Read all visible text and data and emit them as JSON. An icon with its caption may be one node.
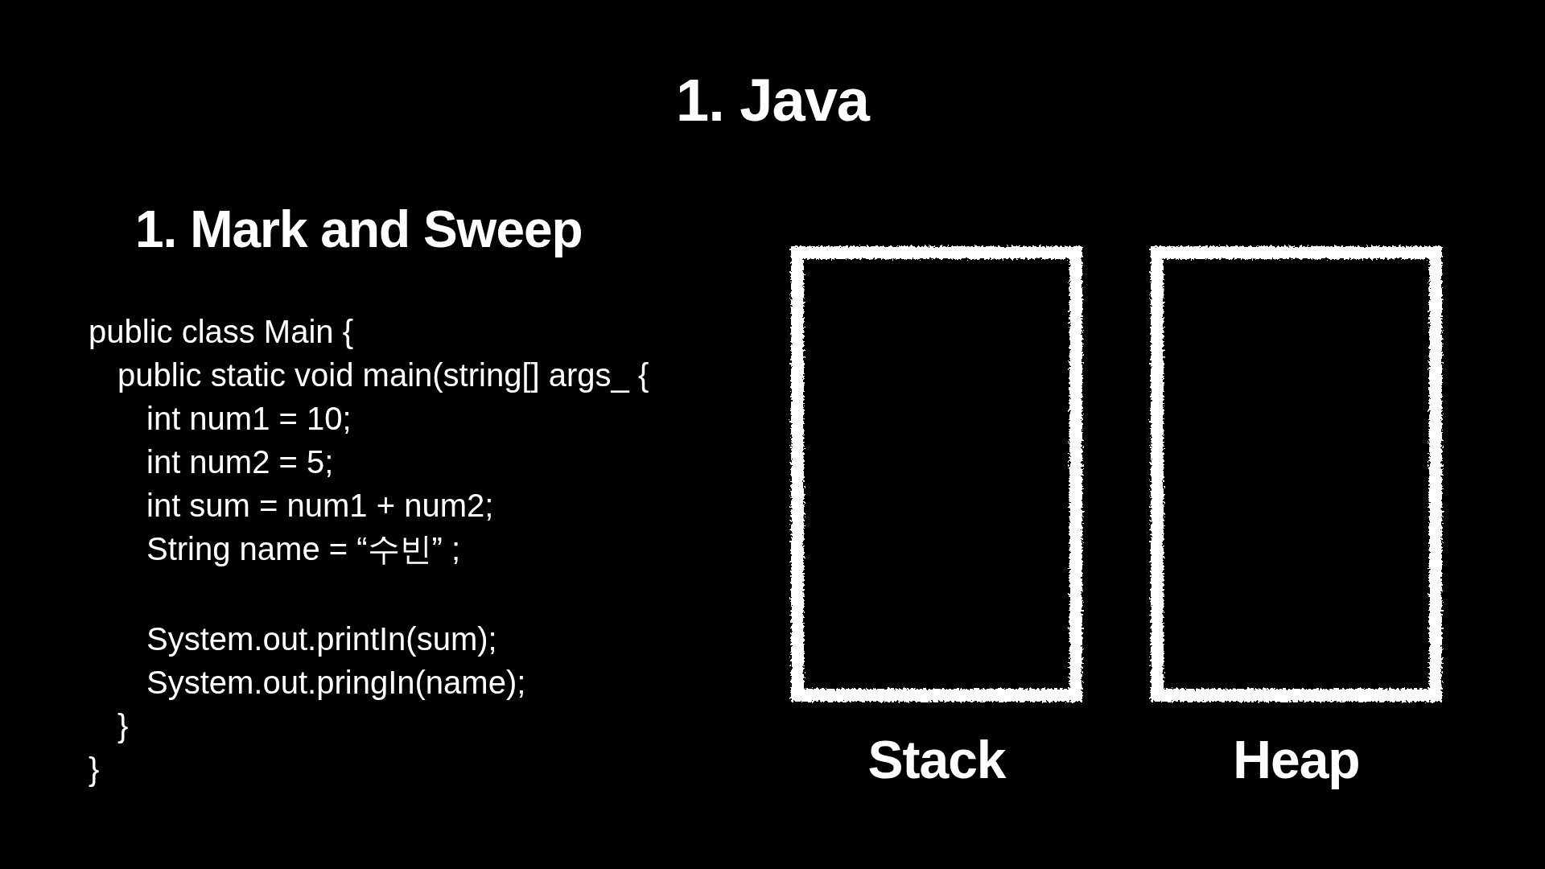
{
  "diagram": {
    "title": "1. Java",
    "nodes": [
      {
        "text": [
          "Stack"
        ]
      },
      {
        "text": [
          "Heap"
        ]
      }
    ],
    "labels": [
      "1. Mark and Sweep",
      "public class Main {",
      "public static void main(string[] args_ {",
      "int num1 = 10;",
      "int num2 = 5;",
      "int sum = num1 + num2;",
      "String name = “수빈” ;",
      "System.out.printIn(sum);",
      "System.out.pringIn(name);",
      "}",
      "}"
    ]
  }
}
